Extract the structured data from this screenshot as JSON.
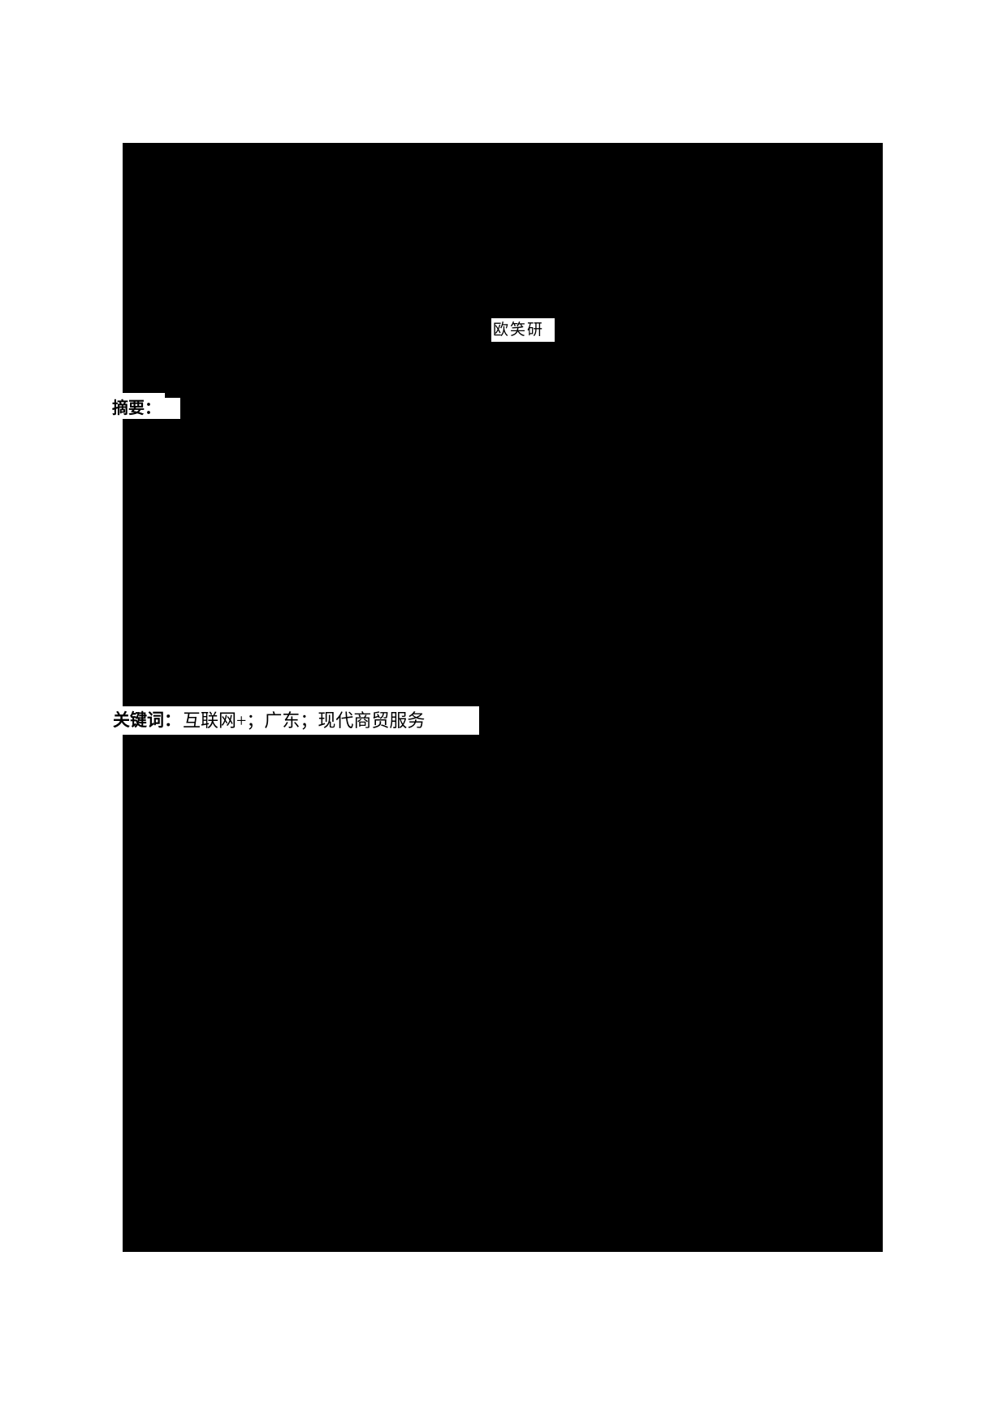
{
  "document": {
    "page_background": "#ffffff",
    "redaction_color": "#000000",
    "highlight_color": "#ffffff",
    "text_color": "#000000"
  },
  "content": {
    "author": {
      "name": "欧笑研"
    },
    "abstract": {
      "label": "摘要："
    },
    "keywords": {
      "label": "关键词：",
      "values": "互联网+；广东；现代商贸服务"
    }
  }
}
